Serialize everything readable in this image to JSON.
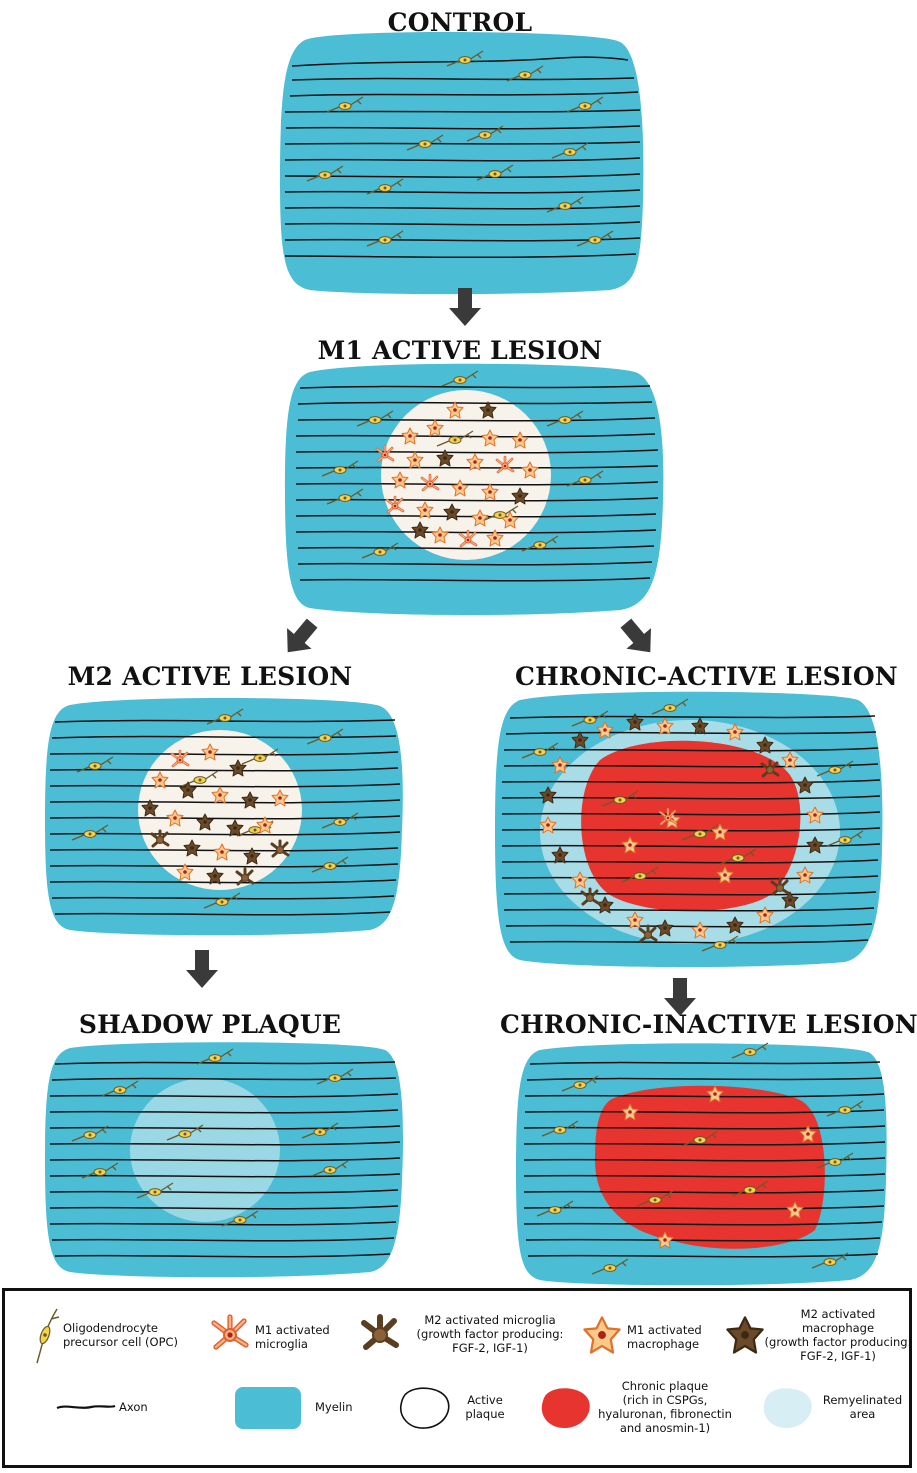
{
  "titles": {
    "control": "CONTROL",
    "m1_active": "M1 ACTIVE LESION",
    "m2_active": "M2 ACTIVE LESION",
    "chronic_active": "CHRONIC-ACTIVE LESION",
    "shadow": "SHADOW PLAQUE",
    "chronic_inactive": "CHRONIC-INACTIVE LESION"
  },
  "legend": {
    "opc": "Oligodendrocyte\nprecursor cell (OPC)",
    "m1_microglia": "M1 activated\nmicroglia",
    "m2_microglia": "M2 activated microglia\n(growth factor producing:\nFGF-2, IGF-1)",
    "m1_macrophage": "M1 activated\nmacrophage",
    "m2_macrophage": "M2 activated macrophage\n(growth factor producing:\nFGF-2, IGF-1)",
    "axon": "Axon",
    "myelin": "Myelin",
    "active_plaque": "Active\nplaque",
    "chronic_plaque": "Chronic plaque\n(rich in CSPGs,\nhyaluronan, fibronectin\nand anosmin-1)",
    "remyelinated": "Remyelinated\narea"
  },
  "colors": {
    "myelin": "#4bbdd4",
    "axon": "#111111",
    "active_plaque": "#f7f2ea",
    "chronic_plaque": "#e8342e",
    "remyelinated": "#a8dde8",
    "arrow": "#3a3a3a",
    "m1_cell": "#f08a3c",
    "m2_cell": "#6b4a2a",
    "macrophage": "#fbc98a"
  }
}
